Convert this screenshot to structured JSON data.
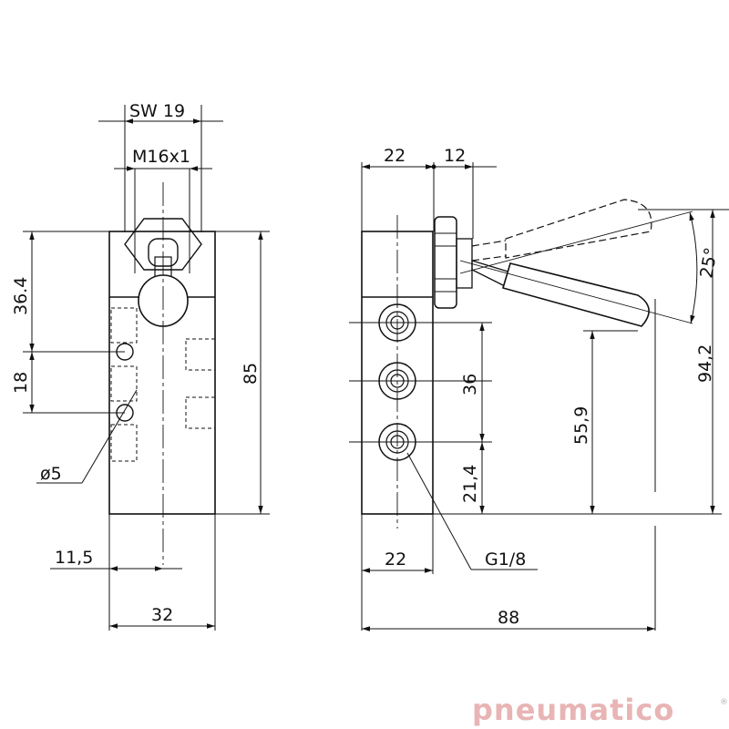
{
  "drawing": {
    "dimensions": {
      "sw": "SW 19",
      "thread": "M16x1",
      "h_36_4": "36.4",
      "h_18": "18",
      "h_85": "85",
      "dia_5": "ø5",
      "w_11_5": "11,5",
      "w_32": "32",
      "w_22_top": "22",
      "w_12": "12",
      "angle_25": "25°",
      "h_94_2": "94,2",
      "h_36": "36",
      "h_55_9": "55,9",
      "h_21_4": "21,4",
      "w_22_bottom": "22",
      "port_g18": "G1/8",
      "w_88": "88"
    }
  },
  "brand": {
    "name": "pneumatico",
    "reg": "®",
    "color": "#e8b4b4"
  }
}
